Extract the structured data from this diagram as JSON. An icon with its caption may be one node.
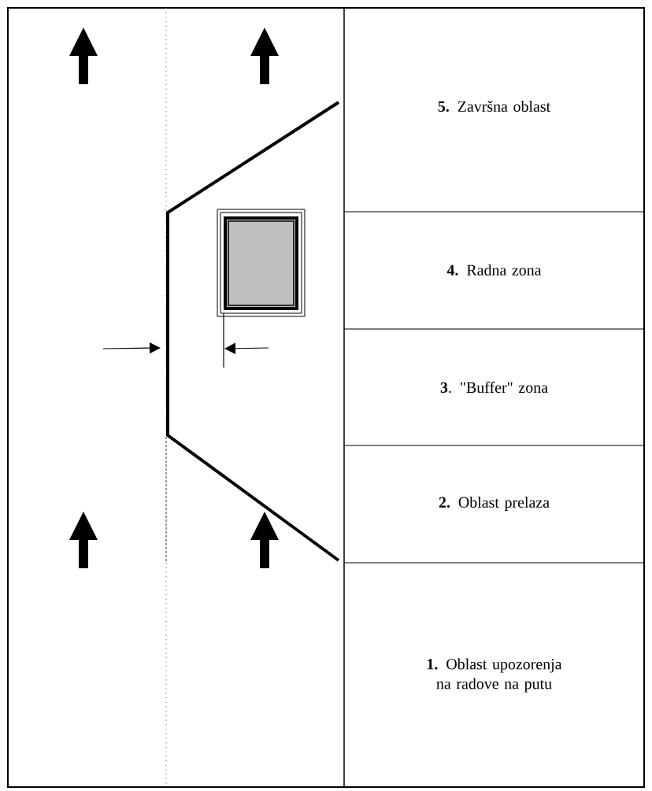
{
  "diagram": {
    "nodes": [
      {
        "text": [
          "**5.** Završna oblast"
        ]
      },
      {
        "text": [
          "**4.** Radna zona"
        ]
      },
      {
        "text": [
          "**3**. \"Buffer\" zona"
        ]
      },
      {
        "text": [
          "**2.** Oblast prelaza"
        ]
      },
      {
        "text": [
          "**1.** Oblast upozorenja na radove na putu"
        ]
      }
    ]
  }
}
